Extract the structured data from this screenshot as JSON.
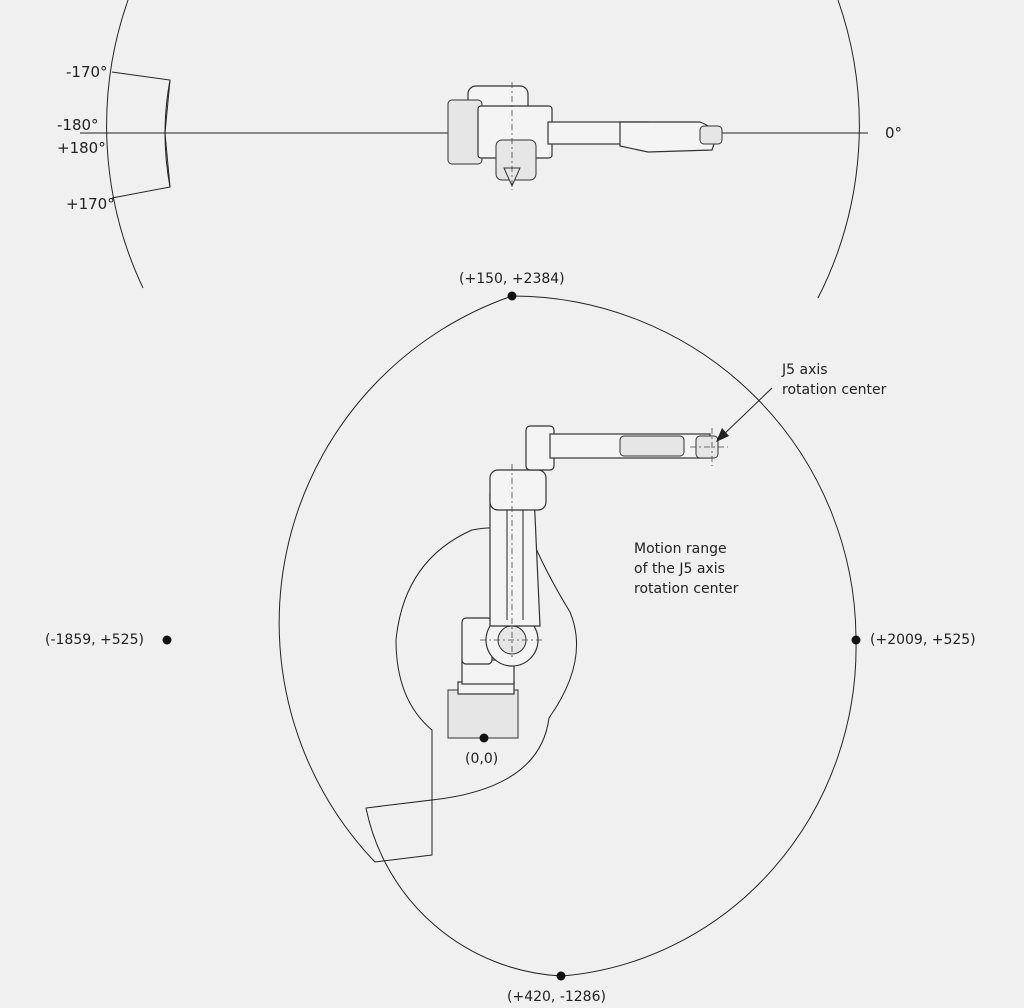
{
  "top_view": {
    "angle_neg170": "-170°",
    "angle_neg180": "-180°",
    "angle_pos180": "+180°",
    "angle_pos170": "+170°",
    "angle_zero": "0°"
  },
  "side_view": {
    "point_top": "(+150, +2384)",
    "point_left": "(-1859, +525)",
    "point_right": "(+2009, +525)",
    "point_origin": "(0,0)",
    "point_bottom": "(+420, -1286)",
    "callout_j5_line1": "J5 axis",
    "callout_j5_line2": "rotation center",
    "range_line1": "Motion range",
    "range_line2": "of the J5 axis",
    "range_line3": "rotation center"
  },
  "colors": {
    "background": "#f0f0f0",
    "line": "#222222"
  }
}
